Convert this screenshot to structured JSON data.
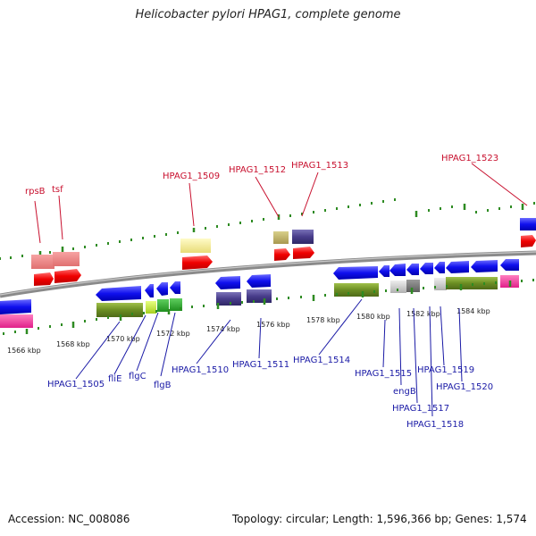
{
  "title": "Helicobacter pylori HPAG1, complete genome",
  "footer": {
    "accession": "Accession: NC_008086",
    "topology": "Topology: circular; Length: 1,596,366 bp; Genes: 1,574"
  },
  "colors": {
    "backbone": "#8a8a8a",
    "tick": "#2e8b22",
    "label_top": "#c8102e",
    "label_bottom": "#1a1aa6"
  },
  "scale_labels": [
    "1566 kbp",
    "1568 kbp",
    "1570 kbp",
    "1572 kbp",
    "1574 kbp",
    "1576 kbp",
    "1578 kbp",
    "1580 kbp",
    "1582 kbp",
    "1584 kbp"
  ],
  "top_labels": [
    "rpsB",
    "tsf",
    "HPAG1_1509",
    "HPAG1_1512",
    "HPAG1_1513",
    "HPAG1_1523"
  ],
  "bottom_labels": [
    "HPAG1_1505",
    "fliE",
    "flgC",
    "flgB",
    "HPAG1_1510",
    "HPAG1_1511",
    "HPAG1_1514",
    "HPAG1_1515",
    "engB",
    "HPAG1_1517",
    "HPAG1_1518",
    "HPAG1_1519",
    "HPAG1_1520"
  ]
}
